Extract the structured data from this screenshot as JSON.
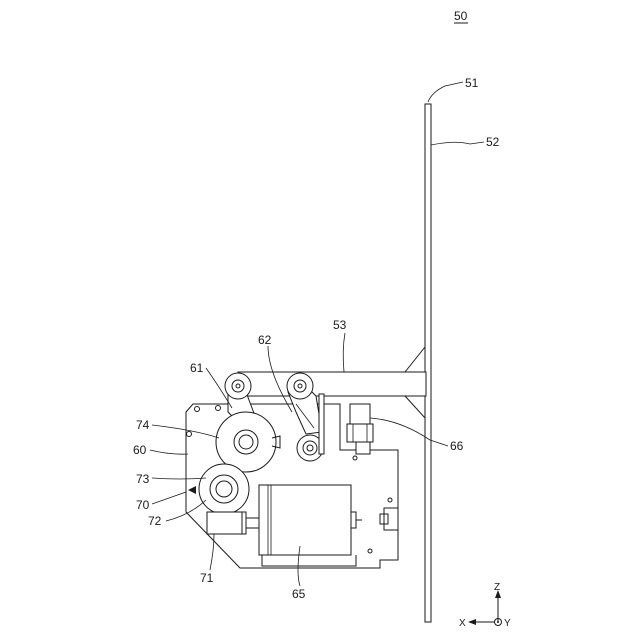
{
  "figure": {
    "id_label": "50",
    "refs": {
      "r51": "51",
      "r52": "52",
      "r53": "53",
      "r61": "61",
      "r62": "62",
      "r74": "74",
      "r60": "60",
      "r73": "73",
      "r70": "70",
      "r72": "72",
      "r71": "71",
      "r65": "65",
      "r66": "66"
    },
    "axes": {
      "z": "Z",
      "x": "X",
      "y": "Y"
    }
  }
}
